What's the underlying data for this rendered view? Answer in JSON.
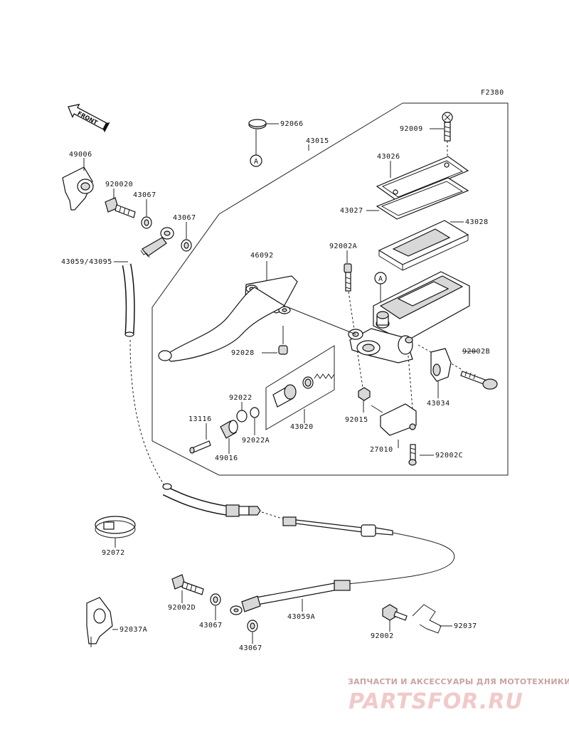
{
  "figure_code": "F2380",
  "front_arrow": "FRONT",
  "ref_marker": "A",
  "watermark": {
    "tagline": "ЗАПЧАСТИ И АКСЕССУАРЫ ДЛЯ МОТОТЕХНИКИ",
    "brand": "PARTSFOR.RU"
  },
  "labels": {
    "p92066": "92066",
    "p43015": "43015",
    "p92009": "92009",
    "p43026": "43026",
    "p43027": "43027",
    "p43028": "43028",
    "p92002A": "92002A",
    "p46092": "46092",
    "p92028": "92028",
    "p92002B": "92002B",
    "p43034": "43034",
    "p92022": "92022",
    "p13116": "13116",
    "p92022A": "92022A",
    "p49016": "49016",
    "p43020": "43020",
    "p92015": "92015",
    "p27010": "27010",
    "p92002C": "92002C",
    "p49006": "49006",
    "p92002D_top": "920020",
    "p43067_a": "43067",
    "p43067_b": "43067",
    "p43059": "43059/43095",
    "p92072": "92072",
    "p92002D": "92002D",
    "p43067_c": "43067",
    "p43067_d": "43067",
    "p43059A": "43059A",
    "p92002": "92002",
    "p92037": "92037",
    "p92037A": "92037A"
  }
}
